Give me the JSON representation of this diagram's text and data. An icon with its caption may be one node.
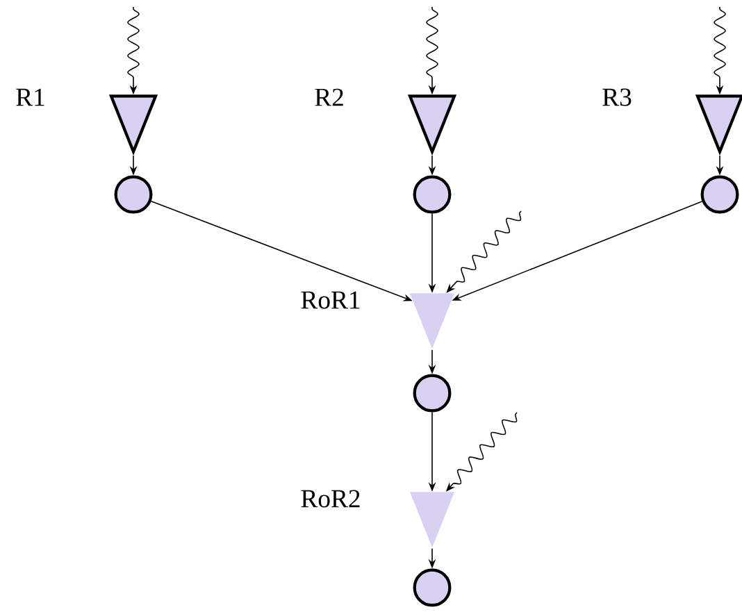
{
  "diagram": {
    "nodes": [
      {
        "text": [],
        "shape": "triangle",
        "beside": [
          "R1"
        ]
      },
      {
        "text": [],
        "shape": "triangle",
        "beside": [
          "R2"
        ]
      },
      {
        "text": [],
        "shape": "triangle",
        "beside": [
          "R3"
        ]
      },
      {
        "text": [],
        "shape": "circle"
      },
      {
        "text": [],
        "shape": "circle"
      },
      {
        "text": [],
        "shape": "circle"
      },
      {
        "text": [],
        "shape": "triangle",
        "beside": [
          "RoR1"
        ]
      },
      {
        "text": [],
        "shape": "circle"
      },
      {
        "text": [],
        "shape": "triangle",
        "beside": [
          "RoR2"
        ]
      },
      {
        "text": [],
        "shape": "circle"
      }
    ],
    "edges": [
      {
        "from": null,
        "to": 0,
        "arrow": "to"
      },
      {
        "from": null,
        "to": 1,
        "arrow": "to"
      },
      {
        "from": null,
        "to": 2,
        "arrow": "to"
      },
      {
        "from": 0,
        "to": 3,
        "arrow": "to"
      },
      {
        "from": 1,
        "to": 4,
        "arrow": "to"
      },
      {
        "from": 2,
        "to": 5,
        "arrow": "to"
      },
      {
        "from": 3,
        "to": 6,
        "arrow": "to"
      },
      {
        "from": 4,
        "to": 6,
        "arrow": "to"
      },
      {
        "from": 5,
        "to": 6,
        "arrow": "to"
      },
      {
        "from": null,
        "to": 6,
        "arrow": "to"
      },
      {
        "from": 6,
        "to": 7,
        "arrow": "to"
      },
      {
        "from": 7,
        "to": 8,
        "arrow": "to"
      },
      {
        "from": null,
        "to": 8,
        "arrow": "to"
      },
      {
        "from": 8,
        "to": 9,
        "arrow": "to"
      }
    ]
  }
}
